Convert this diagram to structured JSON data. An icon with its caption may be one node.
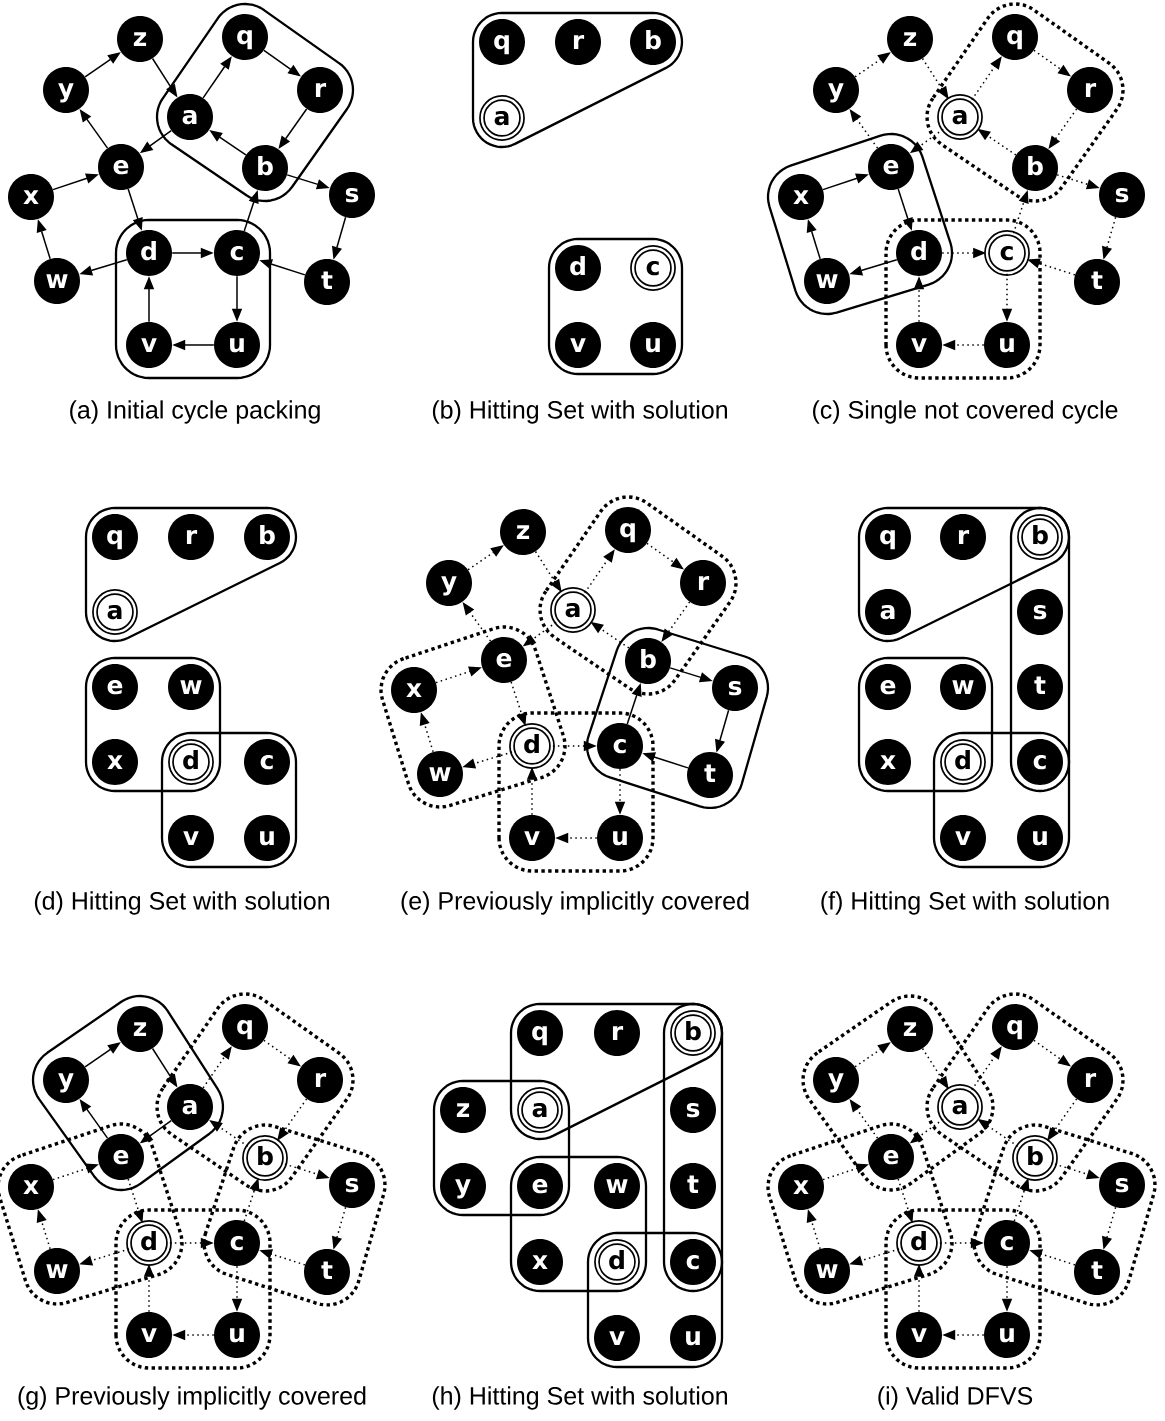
{
  "diagram": {
    "nodes": [
      {
        "text": [
          "q"
        ]
      },
      {
        "text": [
          "r"
        ]
      },
      {
        "text": [
          "b"
        ]
      },
      {
        "text": [
          "a"
        ]
      },
      {
        "text": [
          "z"
        ]
      },
      {
        "text": [
          "y"
        ]
      },
      {
        "text": [
          "e"
        ]
      },
      {
        "text": [
          "x"
        ]
      },
      {
        "text": [
          "w"
        ]
      },
      {
        "text": [
          "d"
        ]
      },
      {
        "text": [
          "c"
        ]
      },
      {
        "text": [
          "v"
        ]
      },
      {
        "text": [
          "u"
        ]
      },
      {
        "text": [
          "s"
        ]
      },
      {
        "text": [
          "t"
        ]
      },
      {
        "text": [
          "q"
        ]
      },
      {
        "text": [
          "r"
        ]
      },
      {
        "text": [
          "b"
        ]
      },
      {
        "text": [
          "a"
        ]
      },
      {
        "text": [
          "d"
        ]
      },
      {
        "text": [
          "c"
        ]
      },
      {
        "text": [
          "v"
        ]
      },
      {
        "text": [
          "u"
        ]
      },
      {
        "text": [
          "q"
        ]
      },
      {
        "text": [
          "r"
        ]
      },
      {
        "text": [
          "b"
        ]
      },
      {
        "text": [
          "a"
        ]
      },
      {
        "text": [
          "z"
        ]
      },
      {
        "text": [
          "y"
        ]
      },
      {
        "text": [
          "e"
        ]
      },
      {
        "text": [
          "x"
        ]
      },
      {
        "text": [
          "w"
        ]
      },
      {
        "text": [
          "d"
        ]
      },
      {
        "text": [
          "c"
        ]
      },
      {
        "text": [
          "v"
        ]
      },
      {
        "text": [
          "u"
        ]
      },
      {
        "text": [
          "s"
        ]
      },
      {
        "text": [
          "t"
        ]
      },
      {
        "text": [
          "q"
        ]
      },
      {
        "text": [
          "r"
        ]
      },
      {
        "text": [
          "b"
        ]
      },
      {
        "text": [
          "a"
        ]
      },
      {
        "text": [
          "e"
        ]
      },
      {
        "text": [
          "w"
        ]
      },
      {
        "text": [
          "x"
        ]
      },
      {
        "text": [
          "d"
        ]
      },
      {
        "text": [
          "c"
        ]
      },
      {
        "text": [
          "v"
        ]
      },
      {
        "text": [
          "u"
        ]
      },
      {
        "text": [
          "q"
        ]
      },
      {
        "text": [
          "r"
        ]
      },
      {
        "text": [
          "b"
        ]
      },
      {
        "text": [
          "a"
        ]
      },
      {
        "text": [
          "z"
        ]
      },
      {
        "text": [
          "y"
        ]
      },
      {
        "text": [
          "e"
        ]
      },
      {
        "text": [
          "x"
        ]
      },
      {
        "text": [
          "w"
        ]
      },
      {
        "text": [
          "d"
        ]
      },
      {
        "text": [
          "c"
        ]
      },
      {
        "text": [
          "v"
        ]
      },
      {
        "text": [
          "u"
        ]
      },
      {
        "text": [
          "s"
        ]
      },
      {
        "text": [
          "t"
        ]
      },
      {
        "text": [
          "q"
        ]
      },
      {
        "text": [
          "r"
        ]
      },
      {
        "text": [
          "b"
        ]
      },
      {
        "text": [
          "a"
        ]
      },
      {
        "text": [
          "s"
        ]
      },
      {
        "text": [
          "e"
        ]
      },
      {
        "text": [
          "w"
        ]
      },
      {
        "text": [
          "t"
        ]
      },
      {
        "text": [
          "x"
        ]
      },
      {
        "text": [
          "d"
        ]
      },
      {
        "text": [
          "c"
        ]
      },
      {
        "text": [
          "v"
        ]
      },
      {
        "text": [
          "u"
        ]
      },
      {
        "text": [
          "q"
        ]
      },
      {
        "text": [
          "r"
        ]
      },
      {
        "text": [
          "b"
        ]
      },
      {
        "text": [
          "a"
        ]
      },
      {
        "text": [
          "z"
        ]
      },
      {
        "text": [
          "y"
        ]
      },
      {
        "text": [
          "e"
        ]
      },
      {
        "text": [
          "x"
        ]
      },
      {
        "text": [
          "w"
        ]
      },
      {
        "text": [
          "d"
        ]
      },
      {
        "text": [
          "c"
        ]
      },
      {
        "text": [
          "v"
        ]
      },
      {
        "text": [
          "u"
        ]
      },
      {
        "text": [
          "s"
        ]
      },
      {
        "text": [
          "t"
        ]
      },
      {
        "text": [
          "q"
        ]
      },
      {
        "text": [
          "r"
        ]
      },
      {
        "text": [
          "b"
        ]
      },
      {
        "text": [
          "z"
        ]
      },
      {
        "text": [
          "a"
        ]
      },
      {
        "text": [
          "s"
        ]
      },
      {
        "text": [
          "y"
        ]
      },
      {
        "text": [
          "e"
        ]
      },
      {
        "text": [
          "w"
        ]
      },
      {
        "text": [
          "t"
        ]
      },
      {
        "text": [
          "x"
        ]
      },
      {
        "text": [
          "d"
        ]
      },
      {
        "text": [
          "c"
        ]
      },
      {
        "text": [
          "v"
        ]
      },
      {
        "text": [
          "u"
        ]
      },
      {
        "text": [
          "q"
        ]
      },
      {
        "text": [
          "r"
        ]
      },
      {
        "text": [
          "b"
        ]
      },
      {
        "text": [
          "a"
        ]
      },
      {
        "text": [
          "z"
        ]
      },
      {
        "text": [
          "y"
        ]
      },
      {
        "text": [
          "e"
        ]
      },
      {
        "text": [
          "x"
        ]
      },
      {
        "text": [
          "w"
        ]
      },
      {
        "text": [
          "d"
        ]
      },
      {
        "text": [
          "c"
        ]
      },
      {
        "text": [
          "v"
        ]
      },
      {
        "text": [
          "u"
        ]
      },
      {
        "text": [
          "s"
        ]
      },
      {
        "text": [
          "t"
        ]
      }
    ],
    "edges": [
      {
        "from": 5,
        "to": 4,
        "arrow": "to"
      },
      {
        "from": 4,
        "to": 3,
        "arrow": "to"
      },
      {
        "from": 3,
        "to": 0,
        "arrow": "to"
      },
      {
        "from": 0,
        "to": 1,
        "arrow": "to"
      },
      {
        "from": 1,
        "to": 2,
        "arrow": "to"
      },
      {
        "from": 2,
        "to": 3,
        "arrow": "to"
      },
      {
        "from": 3,
        "to": 6,
        "arrow": "to"
      },
      {
        "from": 6,
        "to": 5,
        "arrow": "to"
      },
      {
        "from": 7,
        "to": 6,
        "arrow": "to"
      },
      {
        "from": 8,
        "to": 7,
        "arrow": "to"
      },
      {
        "from": 6,
        "to": 9,
        "arrow": "to"
      },
      {
        "from": 9,
        "to": 8,
        "arrow": "to"
      },
      {
        "from": 9,
        "to": 10,
        "arrow": "to"
      },
      {
        "from": 10,
        "to": 12,
        "arrow": "to"
      },
      {
        "from": 12,
        "to": 11,
        "arrow": "to"
      },
      {
        "from": 11,
        "to": 9,
        "arrow": "to"
      },
      {
        "from": 10,
        "to": 2,
        "arrow": "to"
      },
      {
        "from": 2,
        "to": 13,
        "arrow": "to"
      },
      {
        "from": 13,
        "to": 14,
        "arrow": "to"
      },
      {
        "from": 14,
        "to": 10,
        "arrow": "to"
      },
      {
        "from": 28,
        "to": 27,
        "arrow": "to",
        "style": "dashed"
      },
      {
        "from": 27,
        "to": 26,
        "arrow": "to",
        "style": "dashed"
      },
      {
        "from": 26,
        "to": 23,
        "arrow": "to",
        "style": "dashed"
      },
      {
        "from": 23,
        "to": 24,
        "arrow": "to",
        "style": "dashed"
      },
      {
        "from": 24,
        "to": 25,
        "arrow": "to",
        "style": "dashed"
      },
      {
        "from": 25,
        "to": 26,
        "arrow": "to",
        "style": "dashed"
      },
      {
        "from": 26,
        "to": 29,
        "arrow": "to",
        "style": "dashed"
      },
      {
        "from": 29,
        "to": 28,
        "arrow": "to",
        "style": "dashed"
      },
      {
        "from": 30,
        "to": 29,
        "arrow": "to"
      },
      {
        "from": 31,
        "to": 30,
        "arrow": "to"
      },
      {
        "from": 29,
        "to": 32,
        "arrow": "to"
      },
      {
        "from": 32,
        "to": 31,
        "arrow": "to"
      },
      {
        "from": 32,
        "to": 33,
        "arrow": "to",
        "style": "dashed"
      },
      {
        "from": 33,
        "to": 35,
        "arrow": "to",
        "style": "dashed"
      },
      {
        "from": 35,
        "to": 34,
        "arrow": "to",
        "style": "dashed"
      },
      {
        "from": 34,
        "to": 32,
        "arrow": "to",
        "style": "dashed"
      },
      {
        "from": 33,
        "to": 25,
        "arrow": "to",
        "style": "dashed"
      },
      {
        "from": 25,
        "to": 36,
        "arrow": "to",
        "style": "dashed"
      },
      {
        "from": 36,
        "to": 37,
        "arrow": "to",
        "style": "dashed"
      },
      {
        "from": 37,
        "to": 33,
        "arrow": "to",
        "style": "dashed"
      },
      {
        "from": 54,
        "to": 53,
        "arrow": "to",
        "style": "dashed"
      },
      {
        "from": 53,
        "to": 52,
        "arrow": "to",
        "style": "dashed"
      },
      {
        "from": 52,
        "to": 49,
        "arrow": "to",
        "style": "dashed"
      },
      {
        "from": 49,
        "to": 50,
        "arrow": "to",
        "style": "dashed"
      },
      {
        "from": 50,
        "to": 51,
        "arrow": "to",
        "style": "dashed"
      },
      {
        "from": 51,
        "to": 52,
        "arrow": "to",
        "style": "dashed"
      },
      {
        "from": 52,
        "to": 55,
        "arrow": "to",
        "style": "dashed"
      },
      {
        "from": 55,
        "to": 54,
        "arrow": "to",
        "style": "dashed"
      },
      {
        "from": 56,
        "to": 55,
        "arrow": "to",
        "style": "dashed"
      },
      {
        "from": 57,
        "to": 56,
        "arrow": "to",
        "style": "dashed"
      },
      {
        "from": 55,
        "to": 58,
        "arrow": "to",
        "style": "dashed"
      },
      {
        "from": 58,
        "to": 57,
        "arrow": "to",
        "style": "dashed"
      },
      {
        "from": 58,
        "to": 59,
        "arrow": "to",
        "style": "dashed"
      },
      {
        "from": 59,
        "to": 61,
        "arrow": "to",
        "style": "dashed"
      },
      {
        "from": 61,
        "to": 60,
        "arrow": "to",
        "style": "dashed"
      },
      {
        "from": 60,
        "to": 58,
        "arrow": "to",
        "style": "dashed"
      },
      {
        "from": 59,
        "to": 51,
        "arrow": "to"
      },
      {
        "from": 51,
        "to": 62,
        "arrow": "to"
      },
      {
        "from": 62,
        "to": 63,
        "arrow": "to"
      },
      {
        "from": 63,
        "to": 59,
        "arrow": "to"
      },
      {
        "from": 82,
        "to": 81,
        "arrow": "to"
      },
      {
        "from": 81,
        "to": 80,
        "arrow": "to"
      },
      {
        "from": 80,
        "to": 77,
        "arrow": "to",
        "style": "dashed"
      },
      {
        "from": 77,
        "to": 78,
        "arrow": "to",
        "style": "dashed"
      },
      {
        "from": 78,
        "to": 79,
        "arrow": "to",
        "style": "dashed"
      },
      {
        "from": 79,
        "to": 80,
        "arrow": "to",
        "style": "dashed"
      },
      {
        "from": 80,
        "to": 83,
        "arrow": "to"
      },
      {
        "from": 83,
        "to": 82,
        "arrow": "to"
      },
      {
        "from": 84,
        "to": 83,
        "arrow": "to",
        "style": "dashed"
      },
      {
        "from": 85,
        "to": 84,
        "arrow": "to",
        "style": "dashed"
      },
      {
        "from": 83,
        "to": 86,
        "arrow": "to",
        "style": "dashed"
      },
      {
        "from": 86,
        "to": 85,
        "arrow": "to",
        "style": "dashed"
      },
      {
        "from": 86,
        "to": 87,
        "arrow": "to",
        "style": "dashed"
      },
      {
        "from": 87,
        "to": 89,
        "arrow": "to",
        "style": "dashed"
      },
      {
        "from": 89,
        "to": 88,
        "arrow": "to",
        "style": "dashed"
      },
      {
        "from": 88,
        "to": 86,
        "arrow": "to",
        "style": "dashed"
      },
      {
        "from": 87,
        "to": 79,
        "arrow": "to",
        "style": "dashed"
      },
      {
        "from": 79,
        "to": 90,
        "arrow": "to",
        "style": "dashed"
      },
      {
        "from": 90,
        "to": 91,
        "arrow": "to",
        "style": "dashed"
      },
      {
        "from": 91,
        "to": 87,
        "arrow": "to",
        "style": "dashed"
      },
      {
        "from": 112,
        "to": 111,
        "arrow": "to",
        "style": "dashed"
      },
      {
        "from": 111,
        "to": 110,
        "arrow": "to",
        "style": "dashed"
      },
      {
        "from": 110,
        "to": 107,
        "arrow": "to",
        "style": "dashed"
      },
      {
        "from": 107,
        "to": 108,
        "arrow": "to",
        "style": "dashed"
      },
      {
        "from": 108,
        "to": 109,
        "arrow": "to",
        "style": "dashed"
      },
      {
        "from": 109,
        "to": 110,
        "arrow": "to",
        "style": "dashed"
      },
      {
        "from": 110,
        "to": 113,
        "arrow": "to",
        "style": "dashed"
      },
      {
        "from": 113,
        "to": 112,
        "arrow": "to",
        "style": "dashed"
      },
      {
        "from": 114,
        "to": 113,
        "arrow": "to",
        "style": "dashed"
      },
      {
        "from": 115,
        "to": 114,
        "arrow": "to",
        "style": "dashed"
      },
      {
        "from": 113,
        "to": 116,
        "arrow": "to",
        "style": "dashed"
      },
      {
        "from": 116,
        "to": 115,
        "arrow": "to",
        "style": "dashed"
      },
      {
        "from": 116,
        "to": 117,
        "arrow": "to",
        "style": "dashed"
      },
      {
        "from": 117,
        "to": 119,
        "arrow": "to",
        "style": "dashed"
      },
      {
        "from": 119,
        "to": 118,
        "arrow": "to",
        "style": "dashed"
      },
      {
        "from": 118,
        "to": 116,
        "arrow": "to",
        "style": "dashed"
      },
      {
        "from": 117,
        "to": 109,
        "arrow": "to",
        "style": "dashed"
      },
      {
        "from": 109,
        "to": 120,
        "arrow": "to",
        "style": "dashed"
      },
      {
        "from": 120,
        "to": 121,
        "arrow": "to",
        "style": "dashed"
      },
      {
        "from": 121,
        "to": 117,
        "arrow": "to",
        "style": "dashed"
      }
    ],
    "labels": [
      "(a) Initial cycle packing",
      "(b) Hitting Set with solution",
      "(c) Single not covered cycle",
      "(d) Hitting Set with solution",
      "(e) Previously implicitly covered",
      "(f) Hitting Set with solution",
      "(g) Previously implicitly covered",
      "(h) Hitting Set with solution",
      "(i) Valid DFVS"
    ]
  }
}
